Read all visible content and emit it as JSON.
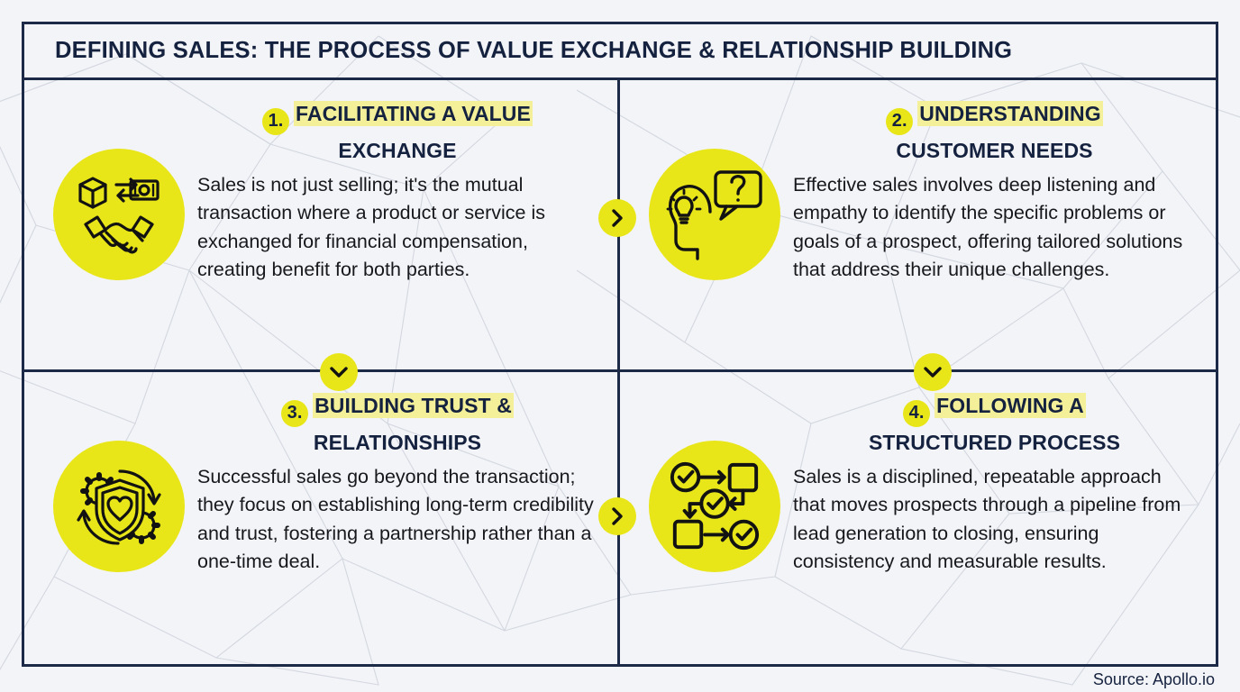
{
  "header": {
    "title": "DEFINING SALES: THE PROCESS OF VALUE EXCHANGE & RELATIONSHIP BUILDING"
  },
  "colors": {
    "accent_yellow": "#e8e619",
    "highlight_yellow": "#f4f09a",
    "navy": "#15223f",
    "border_navy": "#1d2a47",
    "background": "#f3f4f7",
    "body_text": "#16181d"
  },
  "cards": [
    {
      "number": "1.",
      "heading_highlight": "FACILITATING A VALUE",
      "heading_rest": "EXCHANGE",
      "body": "Sales is not just selling; it's the mutual transaction where a product or service is exchanged for financial compensation, creating benefit for both parties.",
      "icon": "handshake-exchange-icon"
    },
    {
      "number": "2.",
      "heading_highlight": "UNDERSTANDING",
      "heading_rest": "CUSTOMER NEEDS",
      "body": "Effective sales involves deep listening and empathy to identify the specific problems or goals of a prospect, offering tailored solutions that address their unique challenges.",
      "icon": "head-lightbulb-question-icon"
    },
    {
      "number": "3.",
      "heading_highlight": "BUILDING TRUST &",
      "heading_rest": "RELATIONSHIPS",
      "body": "Successful sales go beyond the transaction; they focus on establishing long-term credibility and trust, fostering a partnership rather than a one-time deal.",
      "icon": "shield-heart-gears-icon"
    },
    {
      "number": "4.",
      "heading_highlight": "FOLLOWING A",
      "heading_rest": "STRUCTURED PROCESS",
      "body": "Sales is a disciplined, repeatable approach that moves prospects through a pipeline from lead generation to closing, ensuring consistency and measurable results.",
      "icon": "flowchart-checkmarks-icon"
    }
  ],
  "connectors": [
    {
      "name": "chevron-right-icon"
    },
    {
      "name": "chevron-right-icon"
    },
    {
      "name": "chevron-down-icon"
    },
    {
      "name": "chevron-down-icon"
    }
  ],
  "footer": {
    "source": "Source: Apollo.io"
  }
}
